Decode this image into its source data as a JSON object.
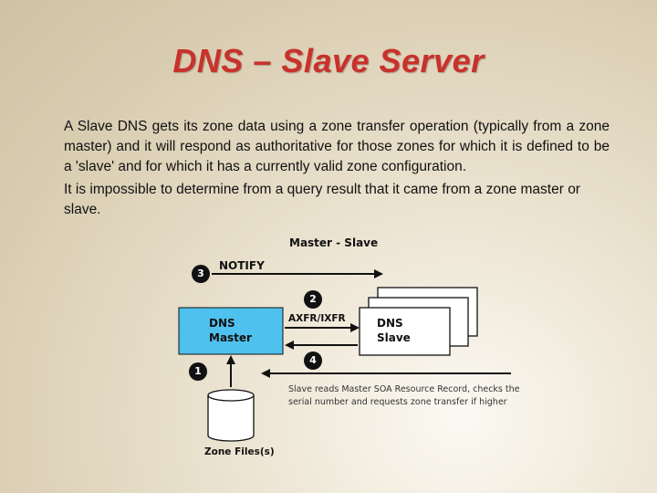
{
  "slide": {
    "title": "DNS – Slave Server",
    "paragraphs": [
      "A Slave DNS gets its zone data using a zone transfer operation (typically from a zone master) and it will respond as authoritative for those zones for which it is defined to be a 'slave' and for which it has a currently valid zone configuration.",
      "It is impossible to determine from a query result that it came from a zone master or slave."
    ]
  },
  "diagram": {
    "title": "Master - Slave",
    "master_label": "DNS Master",
    "slave_label": "DNS Slave",
    "notify_label": "NOTIFY",
    "axfr_label": "AXFR/IXFR",
    "note": "Slave reads Master SOA Resource Record, checks the serial number and requests zone transfer if higher",
    "zone_files_label": "Zone Files(s)",
    "steps": [
      "1",
      "2",
      "3",
      "4"
    ],
    "colors": {
      "master_fill": "#4fc1ee",
      "title": "#c8322c",
      "step_circle": "#111111"
    }
  }
}
